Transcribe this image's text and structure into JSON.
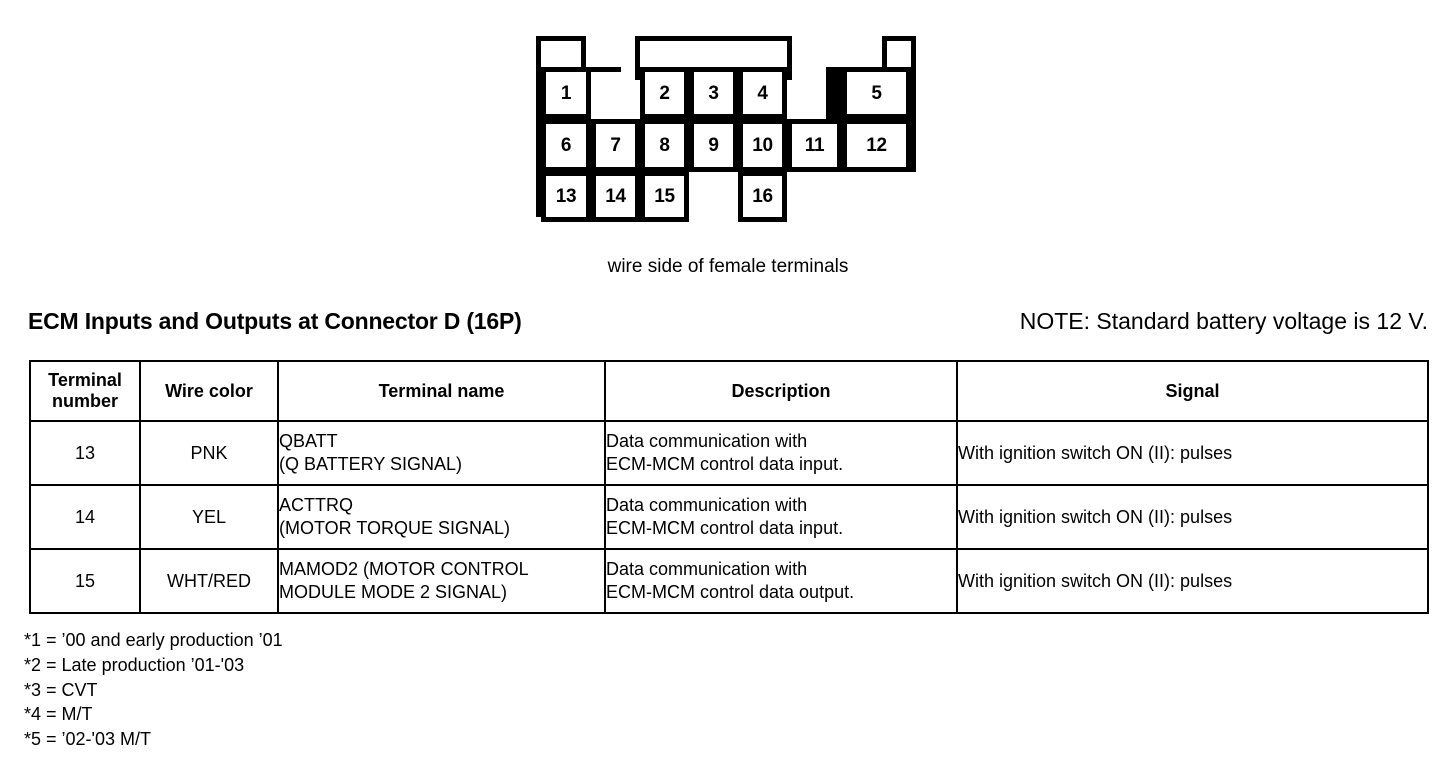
{
  "connector": {
    "caption": "wire side of female terminals",
    "pins": [
      {
        "n": "1",
        "row": 1,
        "col": 1
      },
      {
        "n": "2",
        "row": 1,
        "col": 3
      },
      {
        "n": "3",
        "row": 1,
        "col": 4
      },
      {
        "n": "4",
        "row": 1,
        "col": 5
      },
      {
        "n": "5",
        "row": 1,
        "col": 7
      },
      {
        "n": "6",
        "row": 2,
        "col": 1
      },
      {
        "n": "7",
        "row": 2,
        "col": 2
      },
      {
        "n": "8",
        "row": 2,
        "col": 3
      },
      {
        "n": "9",
        "row": 2,
        "col": 4
      },
      {
        "n": "10",
        "row": 2,
        "col": 5
      },
      {
        "n": "11",
        "row": 2,
        "col": 6
      },
      {
        "n": "12",
        "row": 2,
        "col": 7
      },
      {
        "n": "13",
        "row": 3,
        "col": 1
      },
      {
        "n": "14",
        "row": 3,
        "col": 2
      },
      {
        "n": "15",
        "row": 3,
        "col": 3
      },
      {
        "n": "16",
        "row": 3,
        "col": 5
      }
    ]
  },
  "heading": {
    "title": "ECM Inputs and Outputs at Connector D (16P)",
    "note": "NOTE: Standard battery voltage is 12 V."
  },
  "table": {
    "columns": [
      {
        "key": "terminal_number",
        "label_line1": "Terminal",
        "label_line2": "number"
      },
      {
        "key": "wire_color",
        "label": "Wire color"
      },
      {
        "key": "terminal_name",
        "label": "Terminal name"
      },
      {
        "key": "description",
        "label": "Description"
      },
      {
        "key": "signal",
        "label": "Signal"
      }
    ],
    "rows": [
      {
        "terminal_number": "13",
        "wire_color": "PNK",
        "terminal_name_line1": "QBATT",
        "terminal_name_line2": "(Q BATTERY SIGNAL)",
        "description_line1": "Data communication with",
        "description_line2": "ECM-MCM control data input.",
        "signal": "With ignition switch ON (II): pulses"
      },
      {
        "terminal_number": "14",
        "wire_color": "YEL",
        "terminal_name_line1": "ACTTRQ",
        "terminal_name_line2": "(MOTOR TORQUE SIGNAL)",
        "description_line1": "Data communication with",
        "description_line2": "ECM-MCM control data input.",
        "signal": "With ignition switch ON (II): pulses"
      },
      {
        "terminal_number": "15",
        "wire_color": "WHT/RED",
        "terminal_name_line1": "MAMOD2 (MOTOR CONTROL",
        "terminal_name_line2": "MODULE MODE 2 SIGNAL)",
        "description_line1": "Data communication with",
        "description_line2": "ECM-MCM control data output.",
        "signal": "With ignition switch ON (II): pulses"
      }
    ]
  },
  "footnotes": [
    "*1 = ’00 and early production ’01",
    "*2 = Late production ’01-'03",
    "*3 = CVT",
    "*4 = M/T",
    "*5 = ’02-'03 M/T"
  ]
}
